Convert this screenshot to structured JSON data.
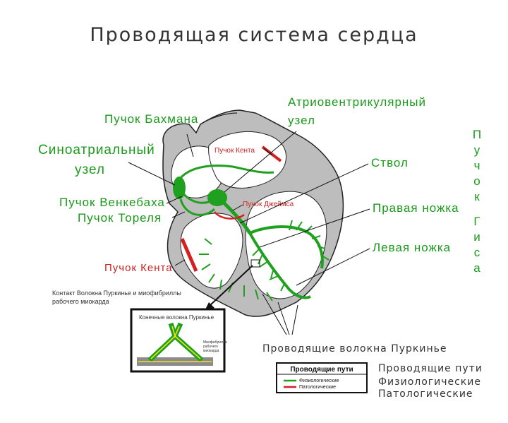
{
  "title": "Проводящая система сердца",
  "labels": {
    "bachmann": "Пучок Бахмана",
    "sa_node_1": "Синоатриальный",
    "sa_node_2": "узел",
    "wenckebach": "Пучок Венкебаха",
    "thorel": "Пучок Тореля",
    "kent_left": "Пучок Кента",
    "kent_top": "Пучок Кента",
    "james": "Пучок Джеймса",
    "av_node_1": "Атриовентрикулярный",
    "av_node_2": "узел",
    "trunk": "Ствол",
    "right_branch": "Правая ножка",
    "left_branch": "Левая ножка",
    "his_vertical": "Пучок Гиса",
    "purkinje_fibers": "Проводящие волокна Пуркинье"
  },
  "inset": {
    "caption_1": "Контакт Волокна Пуркинье и миофибриллы",
    "caption_2": "рабочего миокарда",
    "end_fibers": "Конечные волокна Пуркинье",
    "myofibril_1": "Миофибрилла",
    "myofibril_2": "рабочего",
    "myofibril_3": "миокарда"
  },
  "legend": {
    "header": "Проводящие пути",
    "physiological": "Физиологические",
    "pathological": "Патологические",
    "side_header": "Проводящие пути",
    "side_physiological": "Физиологические",
    "side_pathological": "Патологические"
  },
  "colors": {
    "conduction_green": "#1fa01f",
    "pathological_red": "#d42020",
    "heart_wall": "#bdbdbd",
    "label_green": "#1a9a1a",
    "label_red": "#d42020"
  }
}
